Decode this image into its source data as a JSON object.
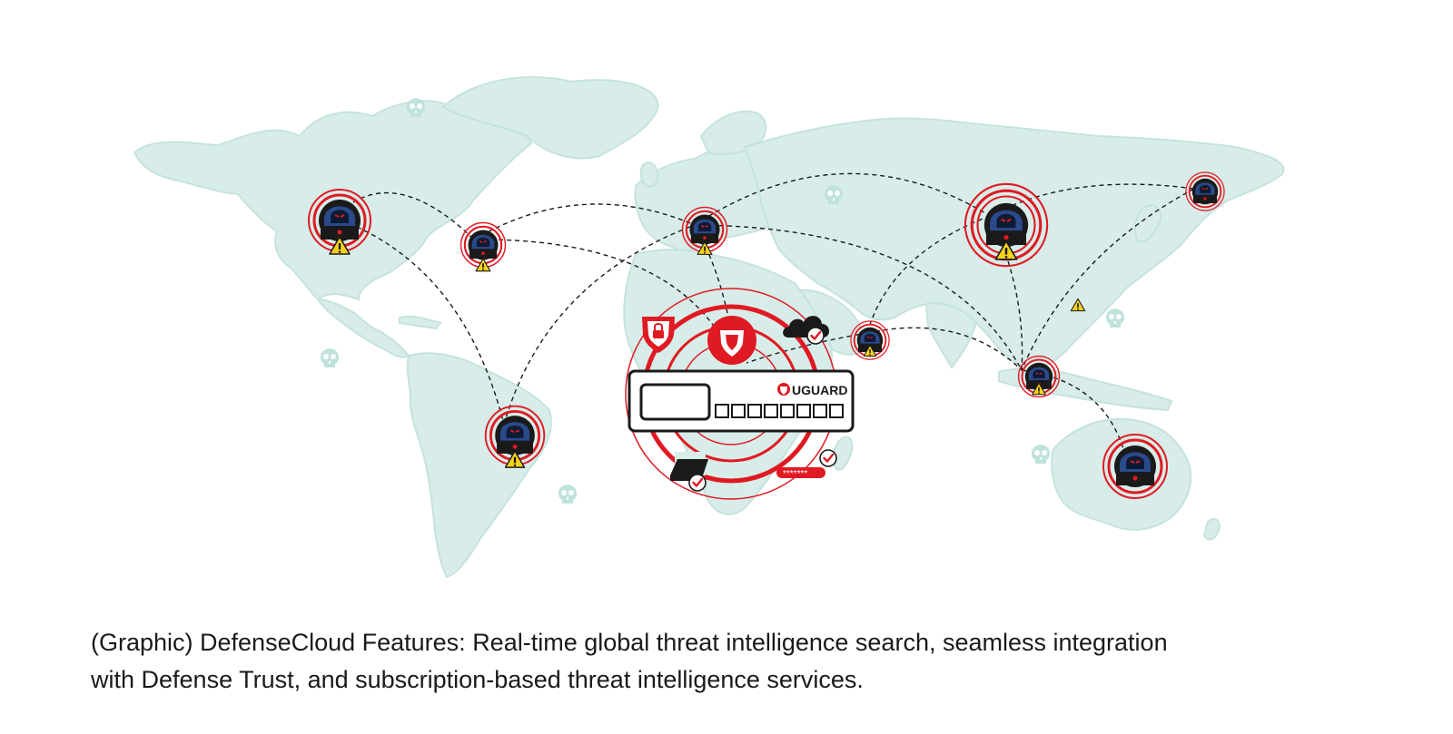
{
  "figure": {
    "brand": "UGUARD",
    "password_mask": "*******"
  },
  "caption": {
    "line1": "(Graphic) DefenseCloud Features: Real-time global threat intelligence search, seamless integration",
    "line2": "with Defense Trust, and subscription-based threat intelligence services."
  },
  "colors": {
    "land": "#d8ede9",
    "land_outline": "#c5e3de",
    "accent_red": "#e01a22",
    "hacker_blue": "#2a4a8c",
    "dark": "#1a1a1a",
    "warning_yellow": "#f7d21c",
    "skull": "#bfe2dc"
  },
  "threat_nodes": [
    {
      "id": "north-america-west",
      "severity": "high",
      "warning": true
    },
    {
      "id": "north-america-east",
      "severity": "medium",
      "warning": true
    },
    {
      "id": "europe",
      "severity": "medium",
      "warning": true
    },
    {
      "id": "russia",
      "severity": "high",
      "warning": true
    },
    {
      "id": "japan",
      "severity": "low",
      "warning": false
    },
    {
      "id": "middle-east",
      "severity": "low",
      "warning": true
    },
    {
      "id": "south-east-asia",
      "severity": "medium",
      "warning": true
    },
    {
      "id": "south-america",
      "severity": "high",
      "warning": true
    },
    {
      "id": "australia",
      "severity": "high",
      "warning": false
    }
  ],
  "icons": [
    "shield-lock-icon",
    "brand-shield-icon",
    "cloud-icon",
    "folder-icon",
    "password-field-icon",
    "skull-icon",
    "warning-icon",
    "hacker-icon",
    "checkmark-badge-icon"
  ]
}
